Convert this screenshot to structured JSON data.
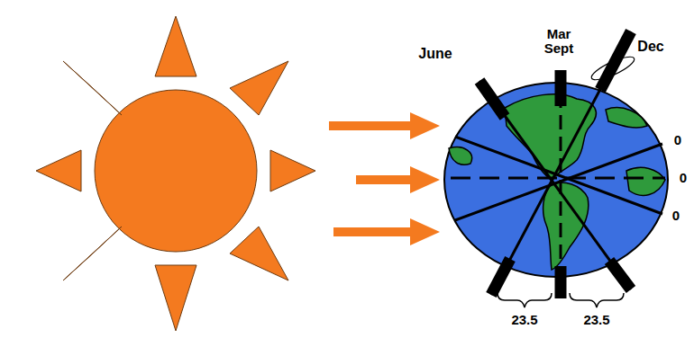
{
  "diagram": {
    "labels": [
      "June",
      "Mar Sept",
      "Dec",
      "0",
      "0",
      "0",
      "23.5",
      "23.5"
    ]
  }
}
